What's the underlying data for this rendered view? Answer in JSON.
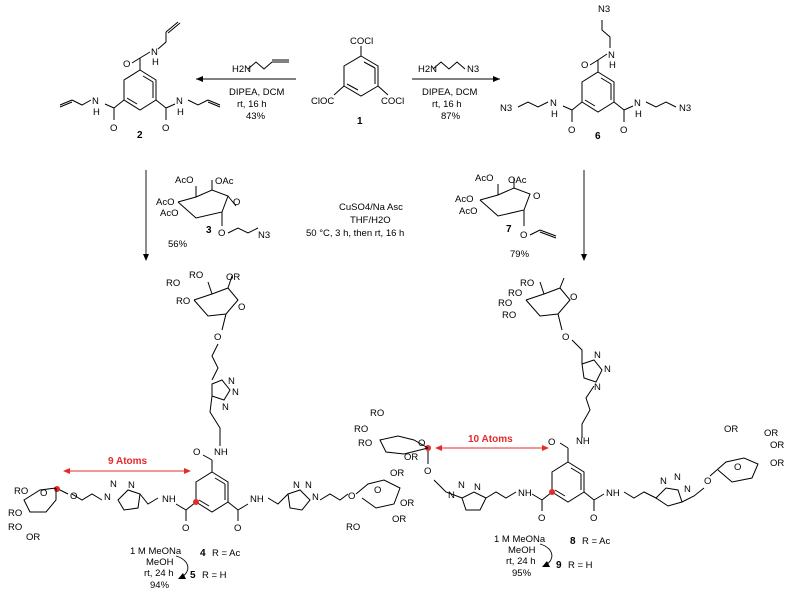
{
  "reagents": {
    "left_amine": "H2N",
    "right_amine": "H2N",
    "right_amine_azide": "N3",
    "left_cond_1": "DIPEA, DCM",
    "left_cond_2": "rt, 16 h",
    "left_yield": "43%",
    "right_cond_1": "DIPEA, DCM",
    "right_cond_2": "rt, 16 h",
    "right_yield": "87%"
  },
  "compounds": {
    "c1": "1",
    "c2": "2",
    "c3": "3",
    "c4": "4",
    "c5": "5",
    "c6": "6",
    "c7": "7",
    "c8": "8",
    "c9": "9"
  },
  "core_groups": {
    "cocl_top": "COCl",
    "cocl_left": "ClOC",
    "cocl_right": "COCl"
  },
  "click": {
    "line1": "CuSO4/Na Asc",
    "line2": "THF/H2O",
    "line3": "50 °C, 3 h, then rt, 16 h",
    "yield_3": "56%",
    "yield_7": "79%"
  },
  "deprotection_left": {
    "line1": "1 M MeONa",
    "line2": "MeOH",
    "line3": "rt, 24 h",
    "yield": "94%",
    "r_ac": "R = Ac",
    "r_h": "R = H"
  },
  "deprotection_right": {
    "line1": "1 M MeONa",
    "line2": "MeOH",
    "line3": "rt, 24 h",
    "yield": "95%",
    "r_ac": "R = Ac",
    "r_h": "R = H"
  },
  "spacers": {
    "left": "9 Atoms",
    "right": "10 Atoms"
  },
  "atom_labels": {
    "N": "N",
    "H": "H",
    "NH": "NH",
    "O": "O",
    "N3": "N3",
    "OR": "OR",
    "RO": "RO",
    "OAc": "OAc",
    "AcO": "AcO",
    "N_eq_N": "N=N"
  },
  "colors": {
    "accent": "#e32b2b",
    "ink": "#000000"
  }
}
